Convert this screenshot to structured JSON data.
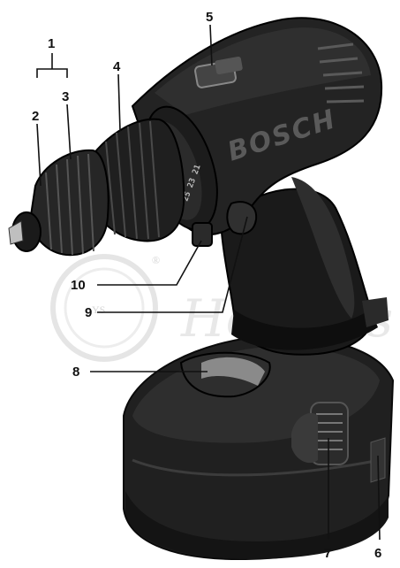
{
  "figure": {
    "callouts": [
      {
        "id": "1",
        "label": "1"
      },
      {
        "id": "2",
        "label": "2"
      },
      {
        "id": "3",
        "label": "3"
      },
      {
        "id": "4",
        "label": "4"
      },
      {
        "id": "5",
        "label": "5"
      },
      {
        "id": "6",
        "label": "6"
      },
      {
        "id": "7",
        "label": "7"
      },
      {
        "id": "8",
        "label": "8"
      },
      {
        "id": "9",
        "label": "9"
      },
      {
        "id": "10",
        "label": "10"
      }
    ],
    "brand_text": "BOSCH",
    "collar_scale_text": "25 23 21",
    "watermark": {
      "text": "Hoobies",
      "badge_initials": "YS",
      "registered_mark": "®"
    }
  },
  "colors": {
    "body_dark": "#1e1e1e",
    "body_mid": "#3a3a3a",
    "highlight": "#8a8a8a",
    "watermark": "#e6e6e6"
  }
}
